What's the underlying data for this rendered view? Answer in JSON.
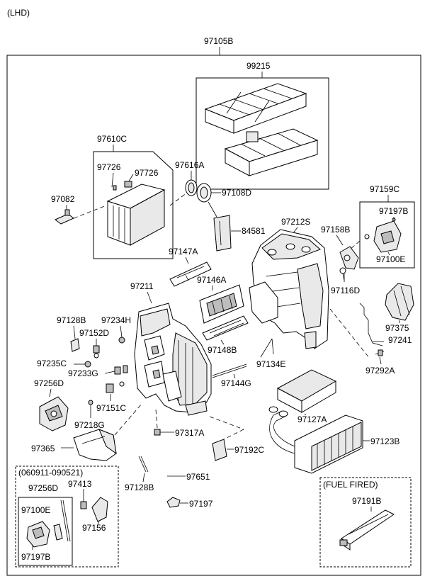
{
  "corner_label": "(LHD)",
  "assembly_label": "97105B",
  "variant_labels": {
    "dated": "(060911-090521)",
    "fuel": "(FUEL FIRED)"
  },
  "parts": {
    "p99215": "99215",
    "p97610c": "97610C",
    "p97726a": "97726",
    "p97726b": "97726",
    "p97082": "97082",
    "p97616a": "97616A",
    "p97108d": "97108D",
    "p97159c": "97159C",
    "p97197b_top": "97197B",
    "p84581": "84581",
    "p97212s": "97212S",
    "p97158b": "97158B",
    "p97100e_top": "97100E",
    "p97147a": "97147A",
    "p97146a": "97146A",
    "p97211": "97211",
    "p97116d": "97116D",
    "p97128b_top": "97128B",
    "p97234h": "97234H",
    "p97152d": "97152D",
    "p97375": "97375",
    "p97241": "97241",
    "p97148b": "97148B",
    "p97134e": "97134E",
    "p97235c": "97235C",
    "p97233g": "97233G",
    "p97292a": "97292A",
    "p97256d_top": "97256D",
    "p97144g": "97144G",
    "p97151c": "97151C",
    "p97127a": "97127A",
    "p97218g": "97218G",
    "p97317a": "97317A",
    "p97123b": "97123B",
    "p97365": "97365",
    "p97192c": "97192C",
    "p97128b_bot": "97128B",
    "p97651": "97651",
    "p97256d_bot": "97256D",
    "p97413": "97413",
    "p97100e_bot": "97100E",
    "p97156": "97156",
    "p97197": "97197",
    "p97191b": "97191B",
    "p97197b_bot": "97197B"
  }
}
